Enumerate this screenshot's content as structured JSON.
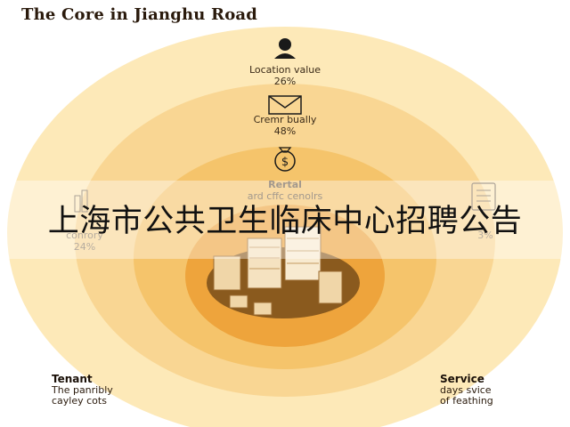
{
  "title": "The Core in Jianghu Road",
  "labels": {
    "location": {
      "name": "Location value",
      "value": "26%"
    },
    "brand": {
      "name": "Cremr bually",
      "value": "48%"
    },
    "rental": {
      "name": "Rertal",
      "sub": "ard cffc cenolrs"
    },
    "left": {
      "name": "conrory",
      "value": "24%"
    },
    "right": {
      "value": "3%"
    }
  },
  "corners": {
    "tenant": {
      "title": "Tenant",
      "line1": "The panribly",
      "line2": "cayley cots"
    },
    "service": {
      "title": "Service",
      "line1": "days svice",
      "line2": "of feathing"
    }
  },
  "banner": "上海市公共卫生临床中心招聘公告",
  "colors": {
    "outer_ring": "#fde9b8",
    "middle_ring": "#f9d693",
    "inner_ring": "#f5c46b",
    "core_ring": "#eea43c",
    "core_plate": "#8a5a1e"
  },
  "icons": [
    "person-icon",
    "envelope-icon",
    "money-bag-icon",
    "bar-chart-icon",
    "document-icon"
  ]
}
